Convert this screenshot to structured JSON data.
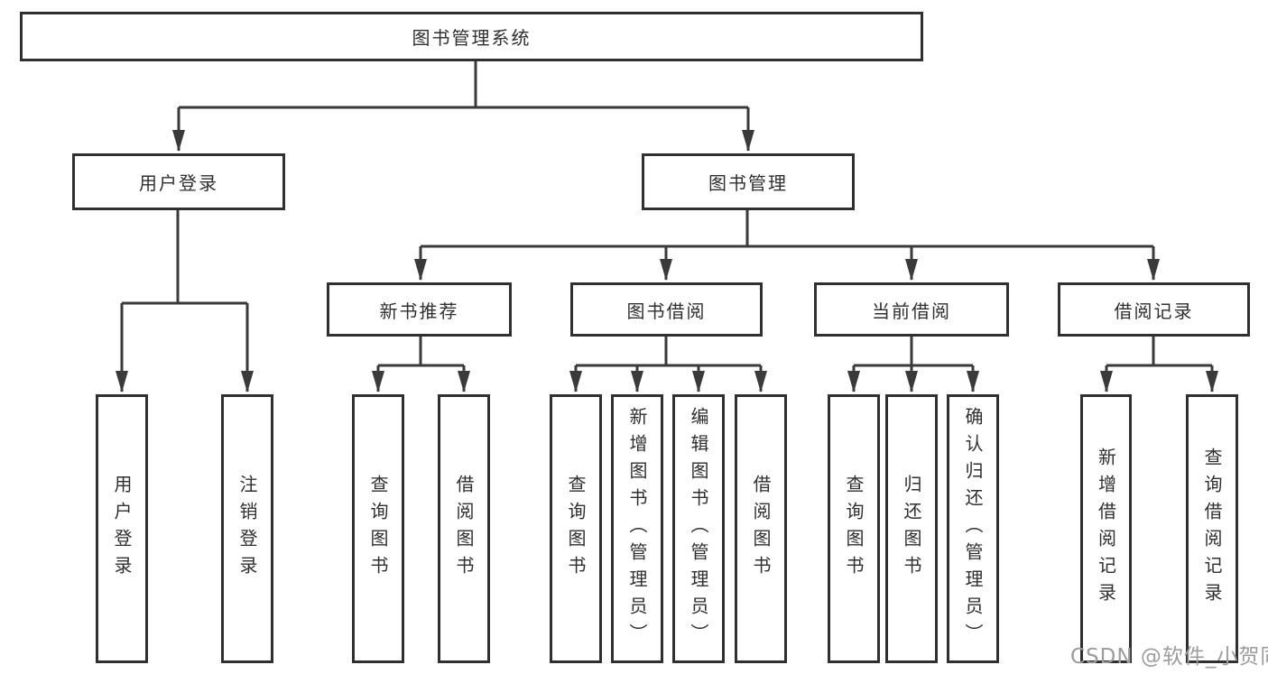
{
  "diagram": {
    "title": "图书管理系统",
    "colors": {
      "line": "#3a3a3a",
      "border": "#303030",
      "text": "#2f2f2f",
      "watermark": "#9c9c9c",
      "background": "#ffffff"
    },
    "nodes": {
      "root": {
        "label": "图书管理系统"
      },
      "userLogin": {
        "label": "用户登录"
      },
      "bookMgmt": {
        "label": "图书管理"
      },
      "newBookRec": {
        "label": "新书推荐"
      },
      "bookBorrow": {
        "label": "图书借阅"
      },
      "currentBorrow": {
        "label": "当前借阅"
      },
      "borrowRecords": {
        "label": "借阅记录"
      },
      "leafUserLogin": {
        "label": "用户登录"
      },
      "leafLogout": {
        "label": "注销登录"
      },
      "leafQueryBook1": {
        "label": "查询图书"
      },
      "leafBorrowBook1": {
        "label": "借阅图书"
      },
      "leafQueryBook2": {
        "label": "查询图书"
      },
      "leafAddBook": {
        "label": "新增图书（管理员）"
      },
      "leafEditBook": {
        "label": "编辑图书（管理员）"
      },
      "leafBorrowBook2": {
        "label": "借阅图书"
      },
      "leafQueryBook3": {
        "label": "查询图书"
      },
      "leafReturnBook": {
        "label": "归还图书"
      },
      "leafConfirmReturn": {
        "label": "确认归还（管理员）"
      },
      "leafAddRecord": {
        "label": "新增借阅记录"
      },
      "leafQueryRecord": {
        "label": "查询借阅记录"
      }
    },
    "watermark": "CSDN @软件_小贺同学"
  }
}
